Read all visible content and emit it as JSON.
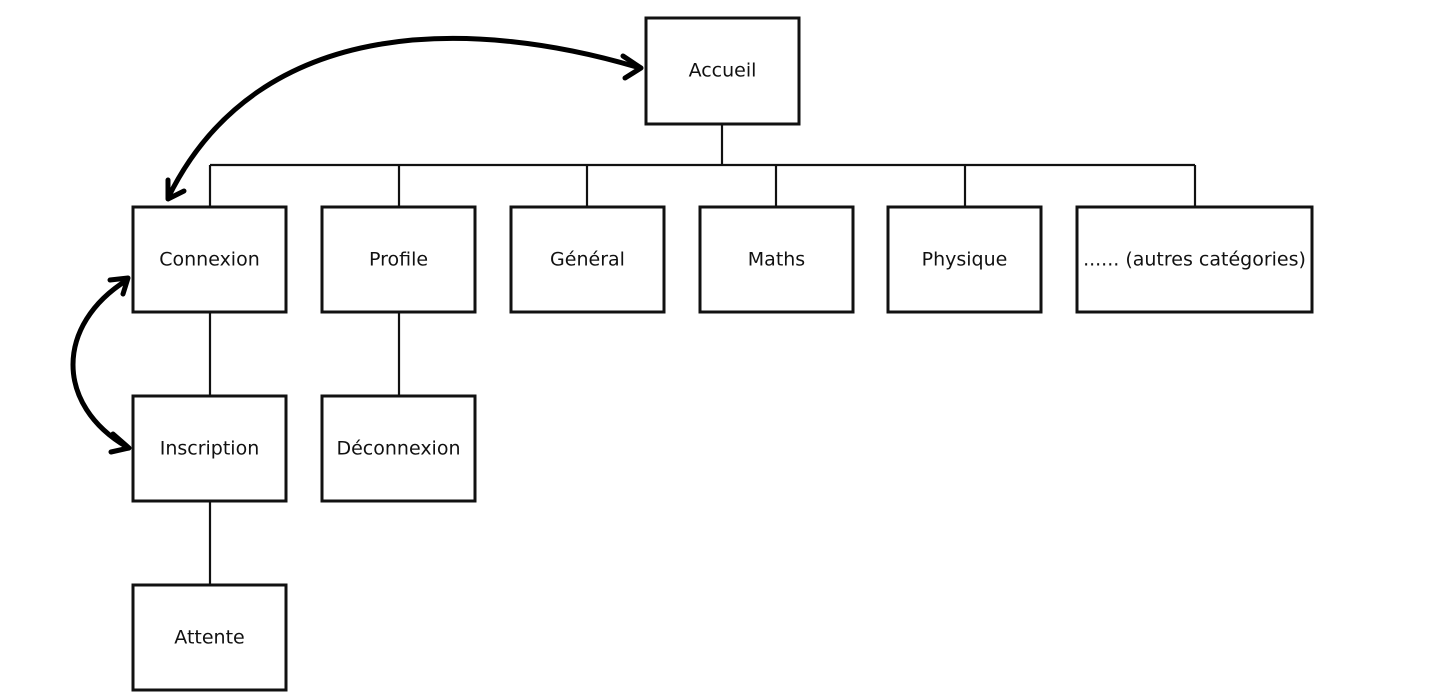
{
  "diagram": {
    "type": "sitemap",
    "nodes": {
      "accueil": "Accueil",
      "connexion": "Connexion",
      "profile": "Profile",
      "general": "Général",
      "maths": "Maths",
      "physique": "Physique",
      "autres": "...... (autres catégories)",
      "inscription": "Inscription",
      "deconnexion": "Déconnexion",
      "attente": "Attente"
    },
    "edges": [
      {
        "from": "accueil",
        "to": "connexion",
        "kind": "tree"
      },
      {
        "from": "accueil",
        "to": "profile",
        "kind": "tree"
      },
      {
        "from": "accueil",
        "to": "general",
        "kind": "tree"
      },
      {
        "from": "accueil",
        "to": "maths",
        "kind": "tree"
      },
      {
        "from": "accueil",
        "to": "physique",
        "kind": "tree"
      },
      {
        "from": "accueil",
        "to": "autres",
        "kind": "tree"
      },
      {
        "from": "connexion",
        "to": "inscription",
        "kind": "tree"
      },
      {
        "from": "inscription",
        "to": "attente",
        "kind": "tree"
      },
      {
        "from": "profile",
        "to": "deconnexion",
        "kind": "tree"
      },
      {
        "from": "connexion",
        "to": "accueil",
        "kind": "bidirectional-arrow"
      },
      {
        "from": "connexion",
        "to": "inscription",
        "kind": "bidirectional-arrow"
      }
    ]
  }
}
